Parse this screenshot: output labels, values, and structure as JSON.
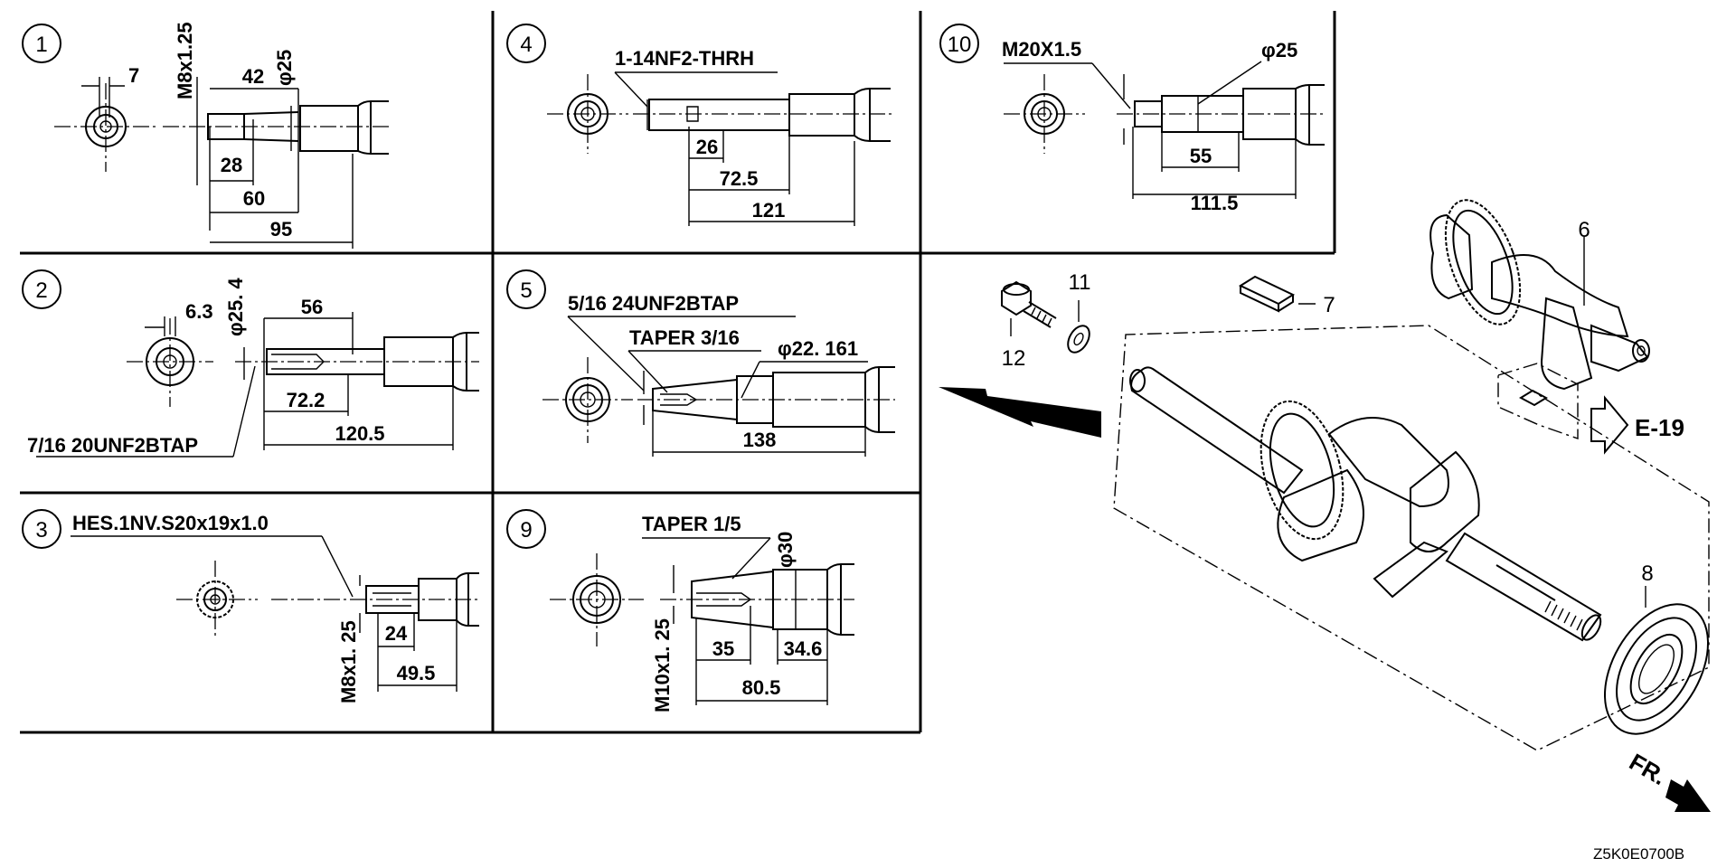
{
  "panels": [
    {
      "id": "1",
      "thread": "M8x1.25",
      "dia": "φ25",
      "dims": [
        "7",
        "42",
        "28",
        "60",
        "95"
      ]
    },
    {
      "id": "2",
      "thread": "7/16 20UNF2BTAP",
      "dia": "φ25. 4",
      "dims": [
        "6.3",
        "56",
        "72.2",
        "120.5"
      ]
    },
    {
      "id": "3",
      "thread": "HES.1NV.S20x19x1.0",
      "thread2": "M8x1. 25",
      "dims": [
        "24",
        "49.5"
      ]
    },
    {
      "id": "4",
      "thread": "1-14NF2-THRH",
      "dims": [
        "26",
        "72.5",
        "121"
      ]
    },
    {
      "id": "5",
      "thread": "5/16 24UNF2BTAP",
      "taper": "TAPER 3/16",
      "dia": "φ22. 161",
      "dims": [
        "138"
      ]
    },
    {
      "id": "9",
      "taper": "TAPER 1/5",
      "thread": "M10x1. 25",
      "dia": "φ30",
      "dims": [
        "35",
        "34.6",
        "80.5"
      ]
    },
    {
      "id": "10",
      "thread": "M20X1.5",
      "dia": "φ25",
      "dims": [
        "55",
        "111.5"
      ]
    }
  ],
  "parts": {
    "p6": "6",
    "p7": "7",
    "p8": "8",
    "p11": "11",
    "p12": "12"
  },
  "ref": "E-19",
  "front": "FR.",
  "code": "Z5K0E0700B"
}
